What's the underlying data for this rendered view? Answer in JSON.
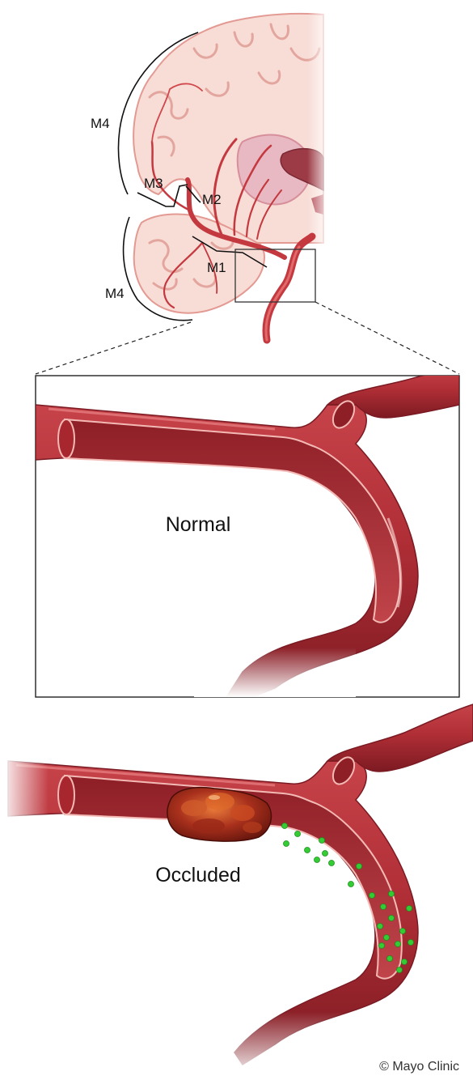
{
  "segment_labels": {
    "m4_upper": "M4",
    "m3": "M3",
    "m2": "M2",
    "m1": "M1",
    "m4_lower": "M4"
  },
  "panels": {
    "normal": "Normal",
    "occluded": "Occluded"
  },
  "credit": "© Mayo Clinic",
  "colors": {
    "vessel": "#b8333a",
    "vessel_dark": "#8c1f28",
    "vessel_light": "#d9585c",
    "vessel_lumen": "#a0242d",
    "brain_tissue": "#f6d6d0",
    "brain_cortex": "#eeaea6",
    "clot": "#8a1e14",
    "clot_highlight": "#e06a2a",
    "particles": "#33cc33"
  },
  "icons": {
    "brain": "brain-coronal-section-icon",
    "vessel": "artery-icon",
    "clot": "blood-clot-icon"
  }
}
